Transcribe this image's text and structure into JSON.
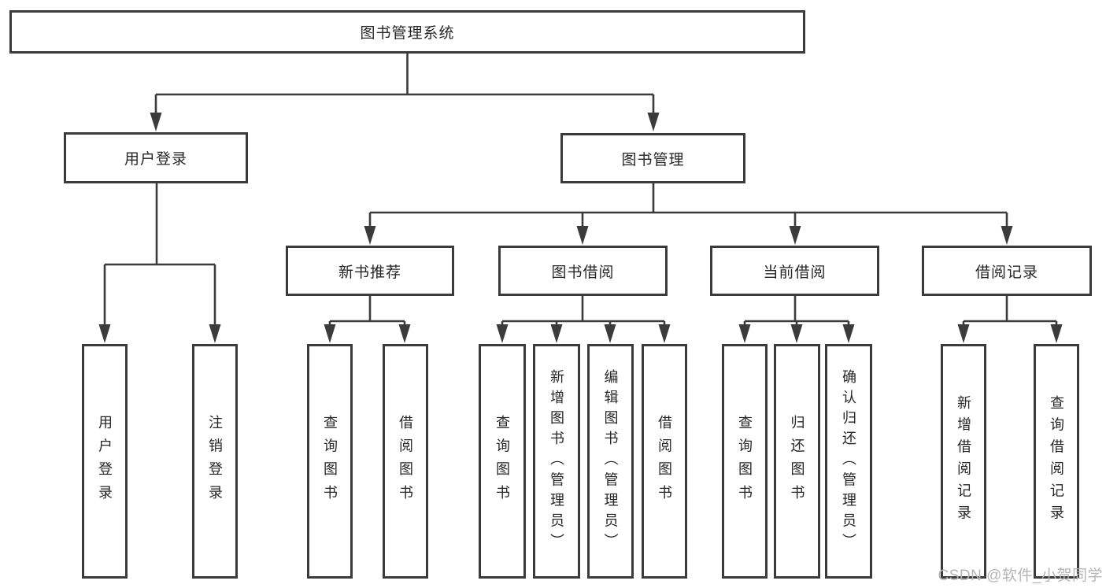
{
  "nodes": {
    "root": "图书管理系统",
    "user_login": "用户登录",
    "book_management": "图书管理",
    "new_book_recommend": "新书推荐",
    "book_borrow": "图书借阅",
    "current_borrow": "当前借阅",
    "borrow_record": "借阅记录",
    "leaf_user_login": "用户登录",
    "leaf_logout_login": "注销登录",
    "nb_query_book": "查询图书",
    "nb_borrow_book": "借阅图书",
    "bb_query_book": "查询图书",
    "bb_add_book": "新增图书（管理员）",
    "bb_edit_book": "编辑图书（管理员）",
    "bb_borrow_book": "借阅图书",
    "cb_query_book": "查询图书",
    "cb_return_book": "归还图书",
    "cb_confirm_return": "确认归还（管理员）",
    "br_add_record": "新增借阅记录",
    "br_query_record": "查询借阅记录"
  },
  "watermark": "CSDN @软件_小贺同学",
  "colors": {
    "line": "#3b3b3b",
    "box_border": "#3b3b3b",
    "text": "#262626",
    "watermark": "#b5b5b5",
    "background": "#ffffff"
  }
}
